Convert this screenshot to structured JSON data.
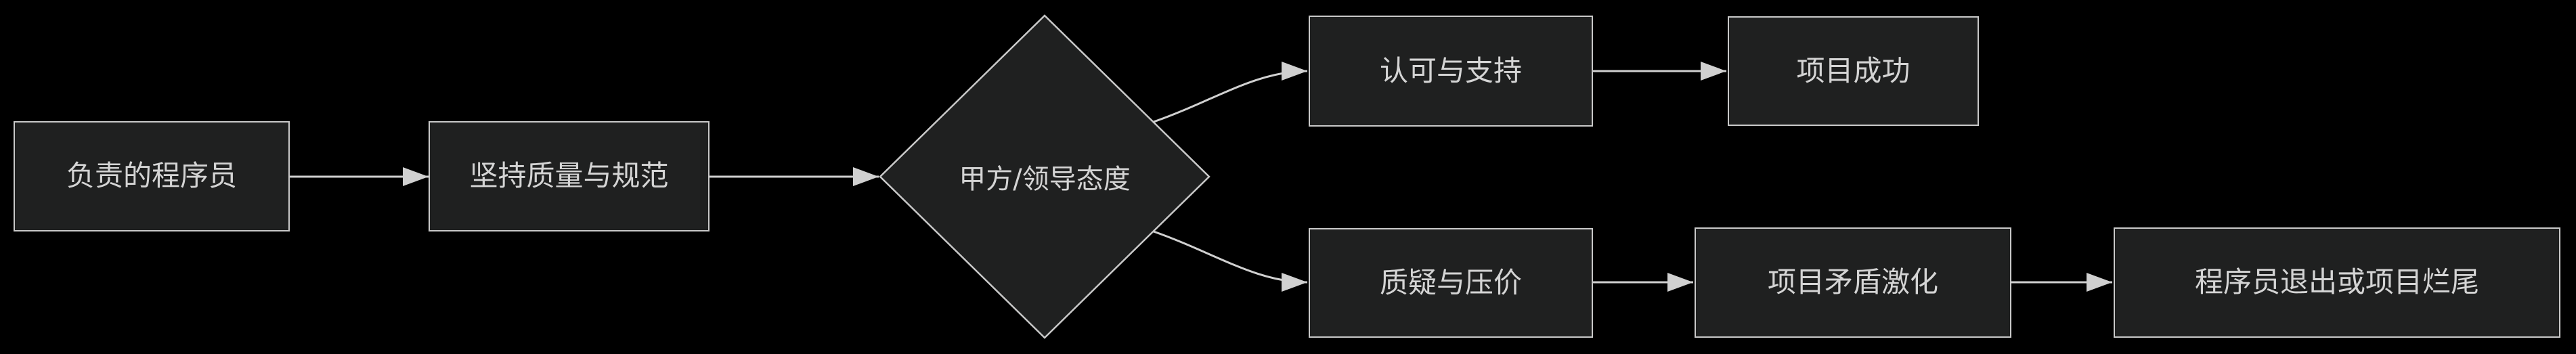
{
  "theme": {
    "background": "#000000",
    "node_fill": "#1f2020",
    "node_border": "#c9c9c9",
    "text_color": "#d4d4d4",
    "edge_color": "#d0d0d0"
  },
  "diagram": {
    "type": "flowchart",
    "direction": "left-to-right",
    "nodes": [
      {
        "id": "responsible-programmer",
        "shape": "rect",
        "label": "负责的程序员"
      },
      {
        "id": "quality-standards",
        "shape": "rect",
        "label": "坚持质量与规范"
      },
      {
        "id": "client-attitude",
        "shape": "diamond",
        "label": "甲方/领导态度"
      },
      {
        "id": "approval-support",
        "shape": "rect",
        "label": "认可与支持"
      },
      {
        "id": "project-success",
        "shape": "rect",
        "label": "项目成功"
      },
      {
        "id": "doubt-price-pressure",
        "shape": "rect",
        "label": "质疑与压价"
      },
      {
        "id": "conflict-escalation",
        "shape": "rect",
        "label": "项目矛盾激化"
      },
      {
        "id": "quit-or-unfinished",
        "shape": "rect",
        "label": "程序员退出或项目烂尾"
      }
    ],
    "edges": [
      {
        "from": "responsible-programmer",
        "to": "quality-standards",
        "style": "straight-arrow"
      },
      {
        "from": "quality-standards",
        "to": "client-attitude",
        "style": "straight-arrow"
      },
      {
        "from": "client-attitude",
        "to": "approval-support",
        "style": "curved-arrow"
      },
      {
        "from": "client-attitude",
        "to": "doubt-price-pressure",
        "style": "curved-arrow"
      },
      {
        "from": "approval-support",
        "to": "project-success",
        "style": "straight-arrow"
      },
      {
        "from": "doubt-price-pressure",
        "to": "conflict-escalation",
        "style": "straight-arrow"
      },
      {
        "from": "conflict-escalation",
        "to": "quit-or-unfinished",
        "style": "straight-arrow"
      }
    ]
  }
}
